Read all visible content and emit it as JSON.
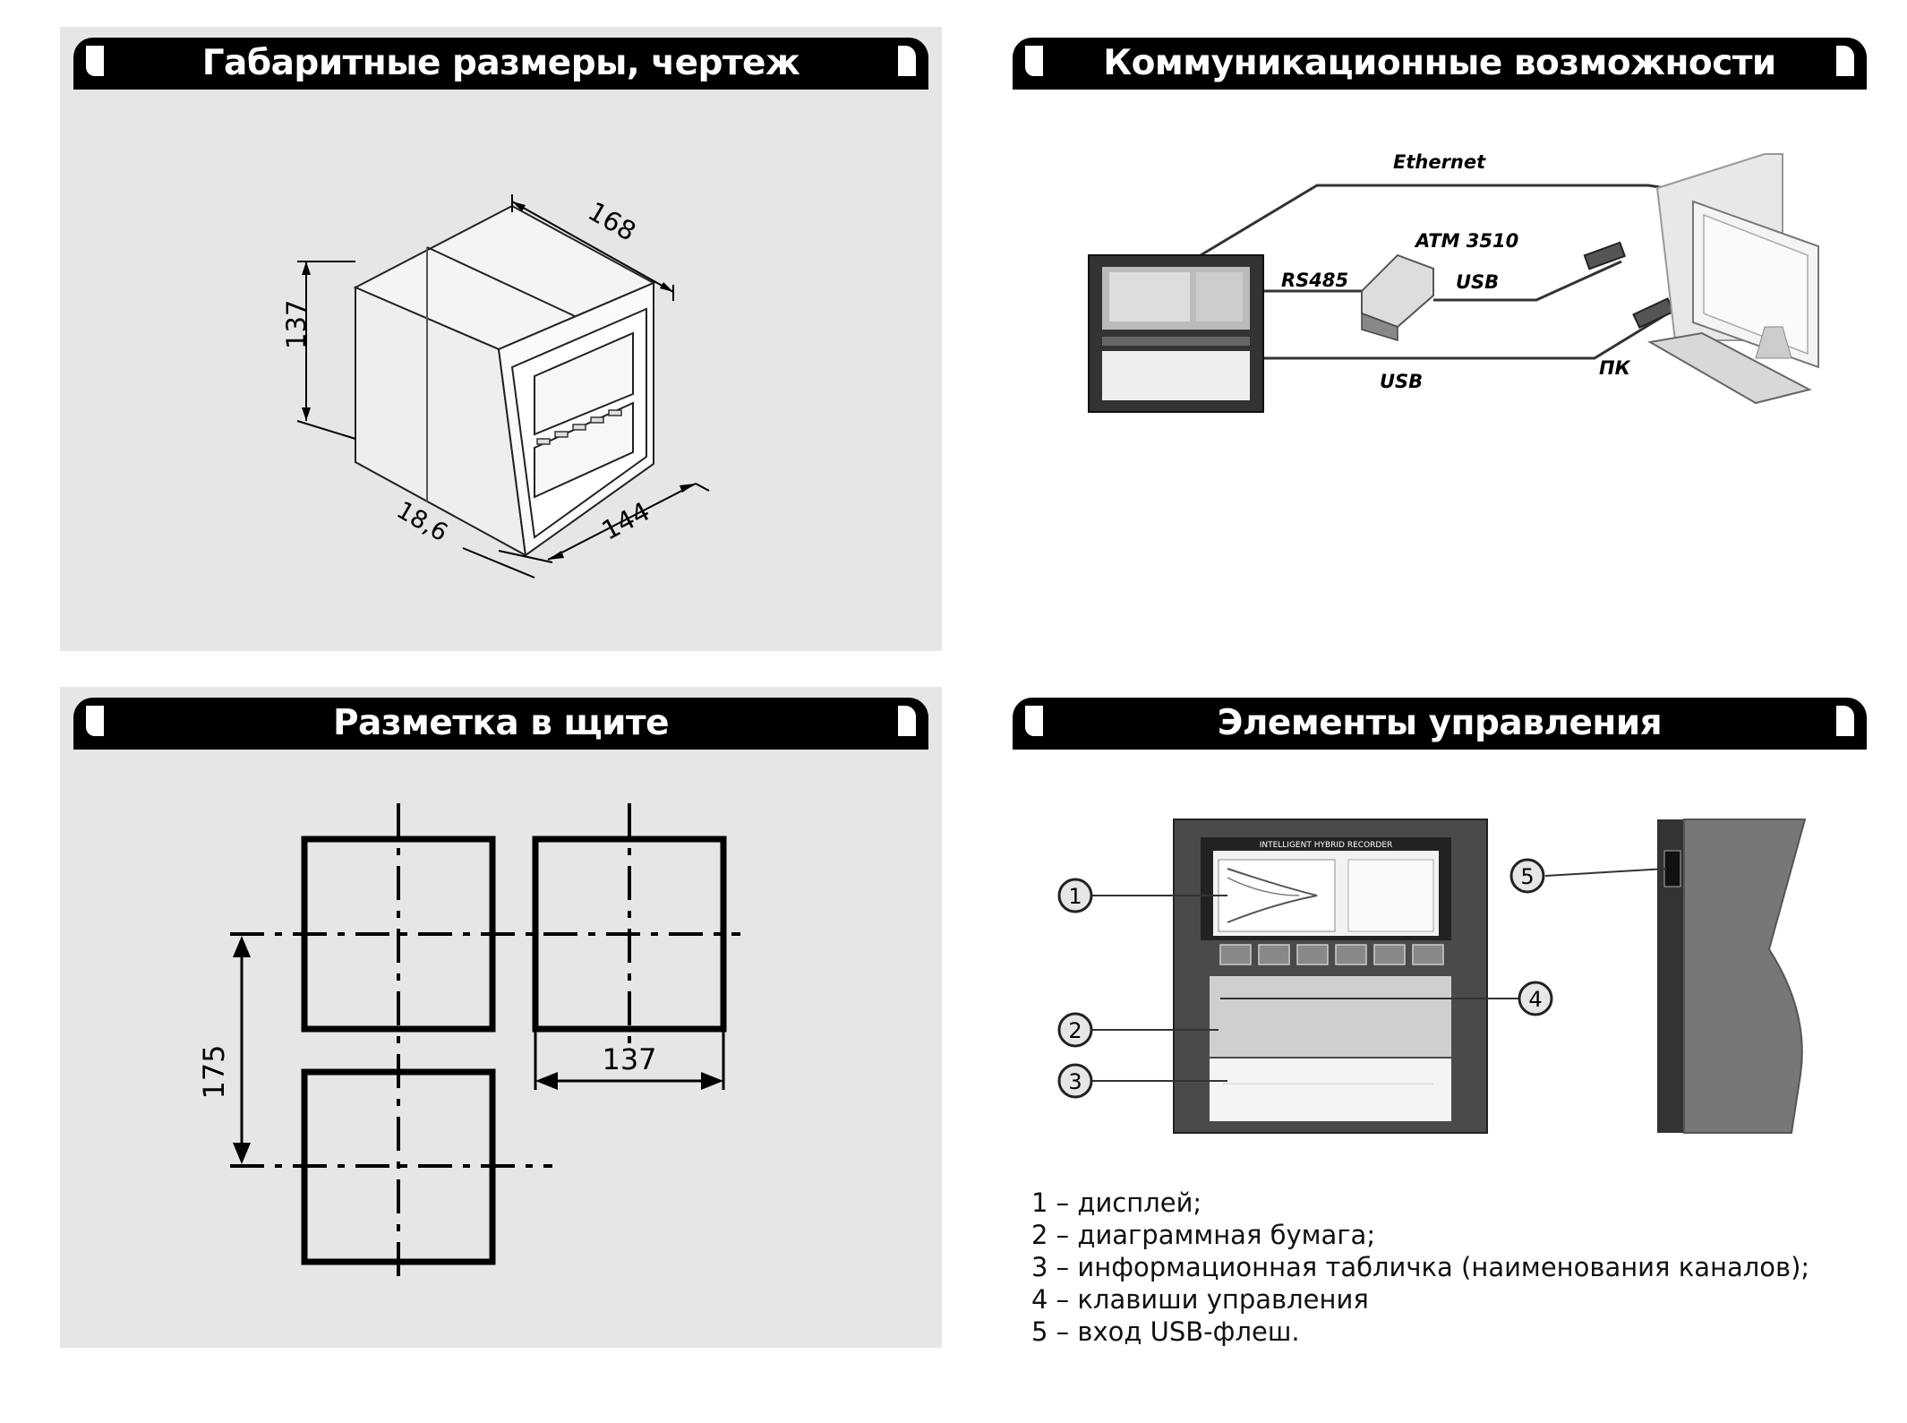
{
  "panels": {
    "dimensions": {
      "title": "Габаритные размеры, чертеж",
      "dim_depth": "168",
      "dim_height": "137",
      "dim_width": "144",
      "dim_bezel": "18,6"
    },
    "communication": {
      "title": "Коммуникационные возможности",
      "label_ethernet": "Ethernet",
      "label_rs485": "RS485",
      "label_converter": "ATM 3510",
      "label_usb_top": "USB",
      "label_usb_bottom": "USB",
      "label_pc": "ПК"
    },
    "panel_cutout": {
      "title": "Разметка в щите",
      "dim_vertical": "175",
      "dim_horizontal": "137"
    },
    "controls": {
      "title": "Элементы управления",
      "display_header": "INTELLIGENT HYBRID RECORDER",
      "callouts": [
        "1",
        "2",
        "3",
        "4",
        "5"
      ],
      "legend": [
        "1 – дисплей;",
        "2 – диаграммная бумага;",
        "3 – информационная табличка (наименования каналов);",
        "4 – клавиши управления",
        "5 – вход USB-флеш."
      ]
    }
  },
  "colors": {
    "panel_bg": "#e6e6e6",
    "header_bg": "#000000",
    "header_text": "#ffffff",
    "line": "#000000"
  }
}
